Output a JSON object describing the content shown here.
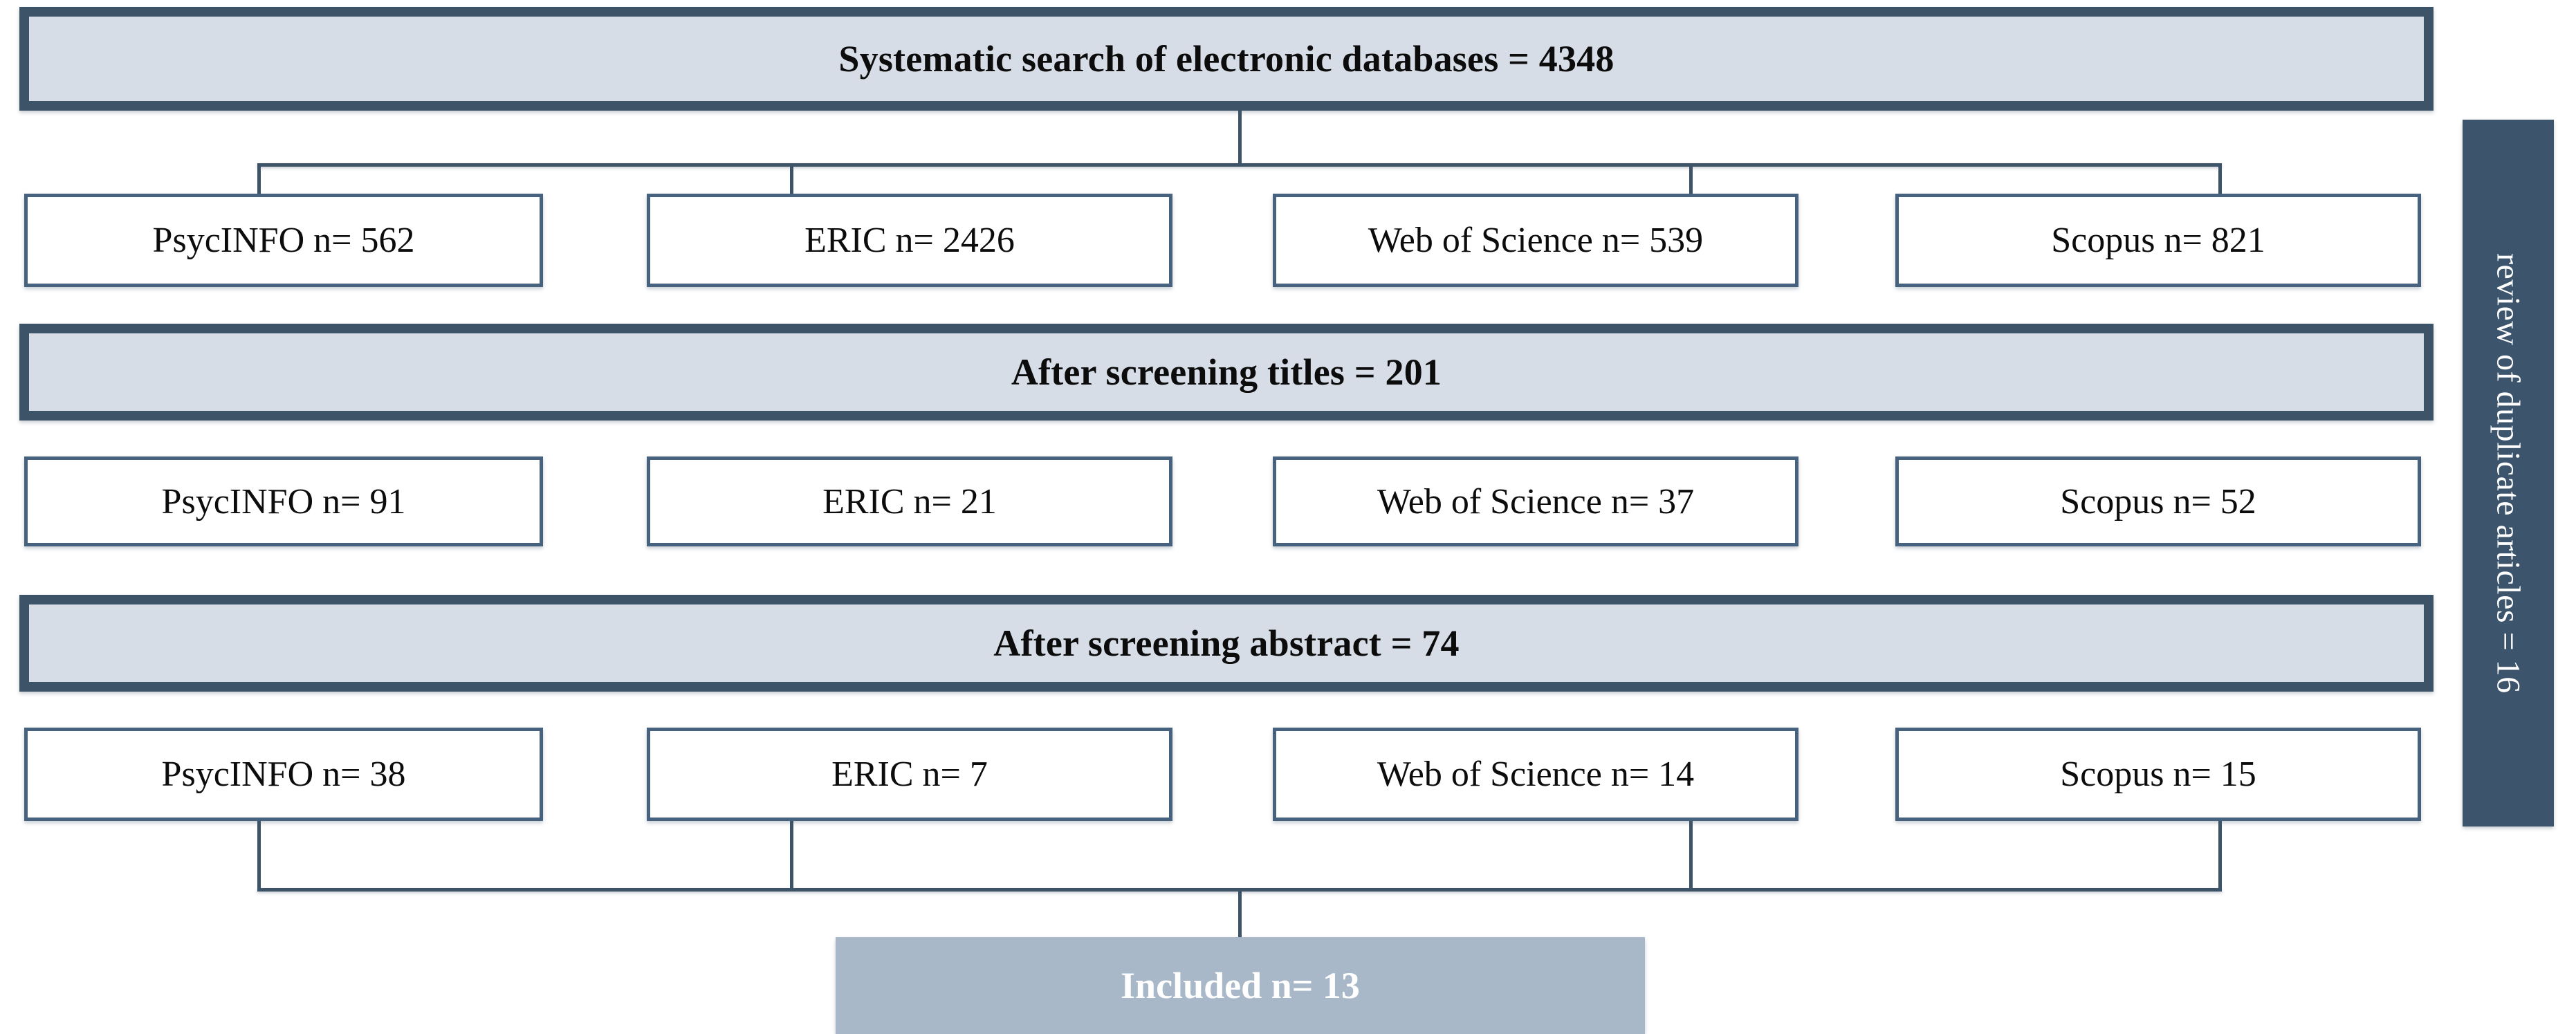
{
  "diagram": {
    "title": "PRISMA-style systematic search flow diagram",
    "colors": {
      "banner_border": "#3d5368",
      "banner_fill": "#d6dde6",
      "box_border": "#46627f",
      "box_fill": "#ffffff",
      "included_fill": "#a8b8c8",
      "sidebar_fill": "#3d546d",
      "line": "#3d5368",
      "text": "#0c0c0c",
      "inverse_text": "#ffffff"
    },
    "stages": [
      {
        "banner": "Systematic search of electronic databases = 4348",
        "boxes": [
          "PsycINFO n= 562",
          "ERIC n= 2426",
          "Web of Science n= 539",
          "Scopus n= 821"
        ]
      },
      {
        "banner": "After screening titles = 201",
        "boxes": [
          "PsycINFO n= 91",
          "ERIC n= 21",
          "Web of Science n= 37",
          "Scopus n= 52"
        ]
      },
      {
        "banner": "After screening abstract = 74",
        "boxes": [
          "PsycINFO n= 38",
          "ERIC n= 7",
          "Web of Science n= 14",
          "Scopus n= 15"
        ]
      }
    ],
    "result": "Included n= 13",
    "sidebar": "review of duplicate articles = 16"
  }
}
